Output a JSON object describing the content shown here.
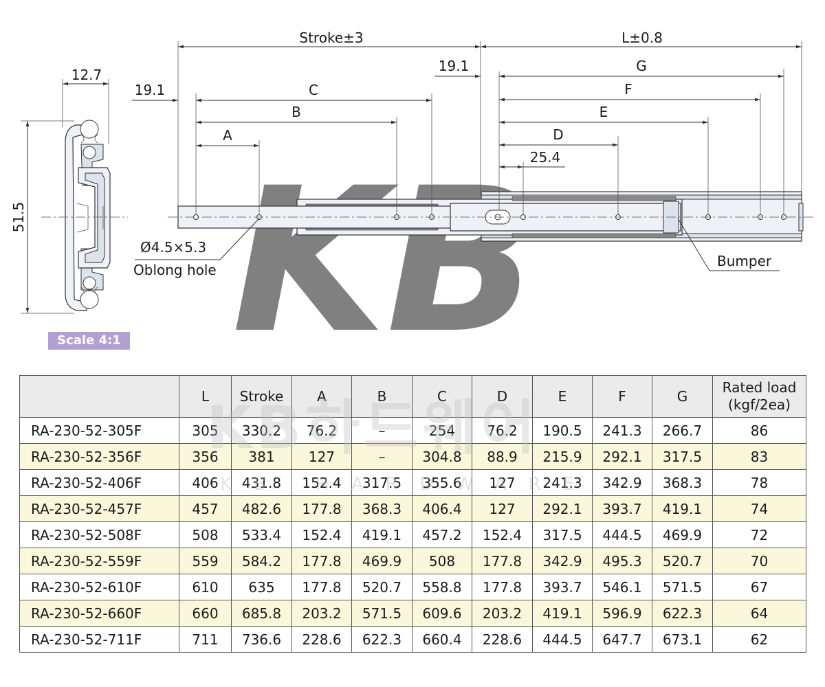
{
  "drawing": {
    "dims": {
      "stroke": "Stroke±3",
      "length": "L±0.8",
      "left_offset": "19.1",
      "right_offset": "19.1",
      "a": "A",
      "b": "B",
      "c": "C",
      "d": "D",
      "e": "E",
      "f": "F",
      "g": "G",
      "first_hole": "25.4",
      "width": "12.7",
      "height": "51.5"
    },
    "hole_label_1": "Ø4.5×5.3",
    "hole_label_2": "Oblong hole",
    "bumper_label": "Bumper",
    "scale_label": "Scale 4:1",
    "watermark_logo": "KB"
  },
  "watermark": {
    "korean": "KB하드웨어",
    "english": "KB HARDWARE"
  },
  "table": {
    "headers": [
      "",
      "L",
      "Stroke",
      "A",
      "B",
      "C",
      "D",
      "E",
      "F",
      "G",
      "Rated load\n(kgf/2ea)"
    ],
    "rows": [
      [
        "RA-230-52-305F",
        "305",
        "330.2",
        "76.2",
        "–",
        "254",
        "76.2",
        "190.5",
        "241.3",
        "266.7",
        "86"
      ],
      [
        "RA-230-52-356F",
        "356",
        "381",
        "127",
        "–",
        "304.8",
        "88.9",
        "215.9",
        "292.1",
        "317.5",
        "83"
      ],
      [
        "RA-230-52-406F",
        "406",
        "431.8",
        "152.4",
        "317.5",
        "355.6",
        "127",
        "241.3",
        "342.9",
        "368.3",
        "78"
      ],
      [
        "RA-230-52-457F",
        "457",
        "482.6",
        "177.8",
        "368.3",
        "406.4",
        "127",
        "292.1",
        "393.7",
        "419.1",
        "74"
      ],
      [
        "RA-230-52-508F",
        "508",
        "533.4",
        "152.4",
        "419.1",
        "457.2",
        "152.4",
        "317.5",
        "444.5",
        "469.9",
        "72"
      ],
      [
        "RA-230-52-559F",
        "559",
        "584.2",
        "177.8",
        "469.9",
        "508",
        "177.8",
        "342.9",
        "495.3",
        "520.7",
        "70"
      ],
      [
        "RA-230-52-610F",
        "610",
        "635",
        "177.8",
        "520.7",
        "558.8",
        "177.8",
        "393.7",
        "546.1",
        "571.5",
        "67"
      ],
      [
        "RA-230-52-660F",
        "660",
        "685.8",
        "203.2",
        "571.5",
        "609.6",
        "203.2",
        "419.1",
        "596.9",
        "622.3",
        "64"
      ],
      [
        "RA-230-52-711F",
        "711",
        "736.6",
        "228.6",
        "622.3",
        "660.4",
        "228.6",
        "444.5",
        "647.7",
        "673.1",
        "62"
      ]
    ]
  },
  "colors": {
    "stripe": "#fbf7da",
    "header": "#ebebeb",
    "scale_badge": "#b3a0d2",
    "logo_watermark": "#c9d2e6"
  }
}
